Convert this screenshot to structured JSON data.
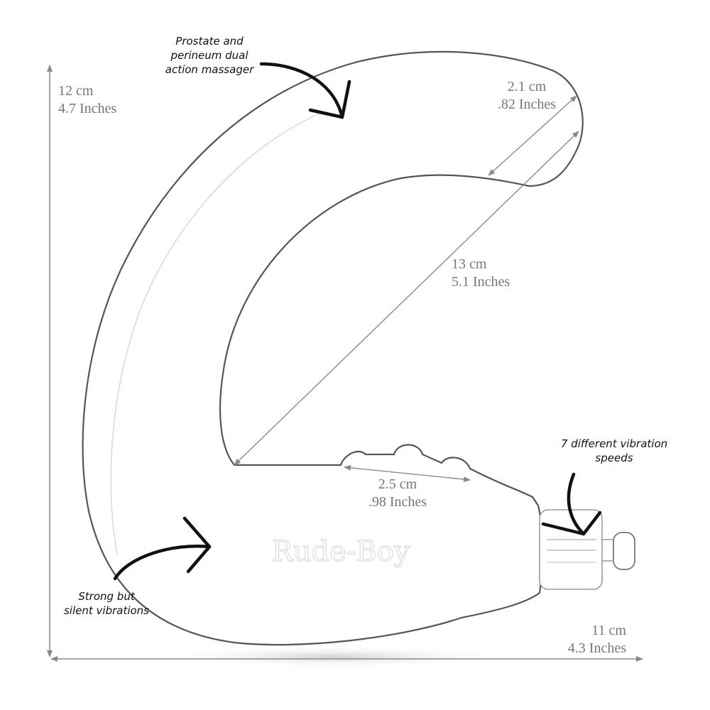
{
  "colors": {
    "outline": "#555555",
    "dimension_line": "#8a8a8a",
    "dimension_text": "#777777",
    "annotation_text": "#111111",
    "arrow": "#111111"
  },
  "dimensions": {
    "height": {
      "cm": "12 cm",
      "inches": "4.7 Inches"
    },
    "tip_width": {
      "cm": "2.1 cm",
      "inches": ".82 Inches"
    },
    "inner_length": {
      "cm": "13 cm",
      "inches": "5.1 Inches"
    },
    "ridge_length": {
      "cm": "2.5 cm",
      "inches": ".98 Inches"
    },
    "total_width": {
      "cm": "11 cm",
      "inches": "4.3 Inches"
    }
  },
  "annotations": {
    "dual_action": [
      "Prostate and",
      "perineum dual",
      "action massager"
    ],
    "vibration_speeds": [
      "7 different vibration",
      "speeds"
    ],
    "silent_vibrations": [
      "Strong but",
      "silent vibrations"
    ]
  },
  "product_embossed_text": "Rude-Boy"
}
